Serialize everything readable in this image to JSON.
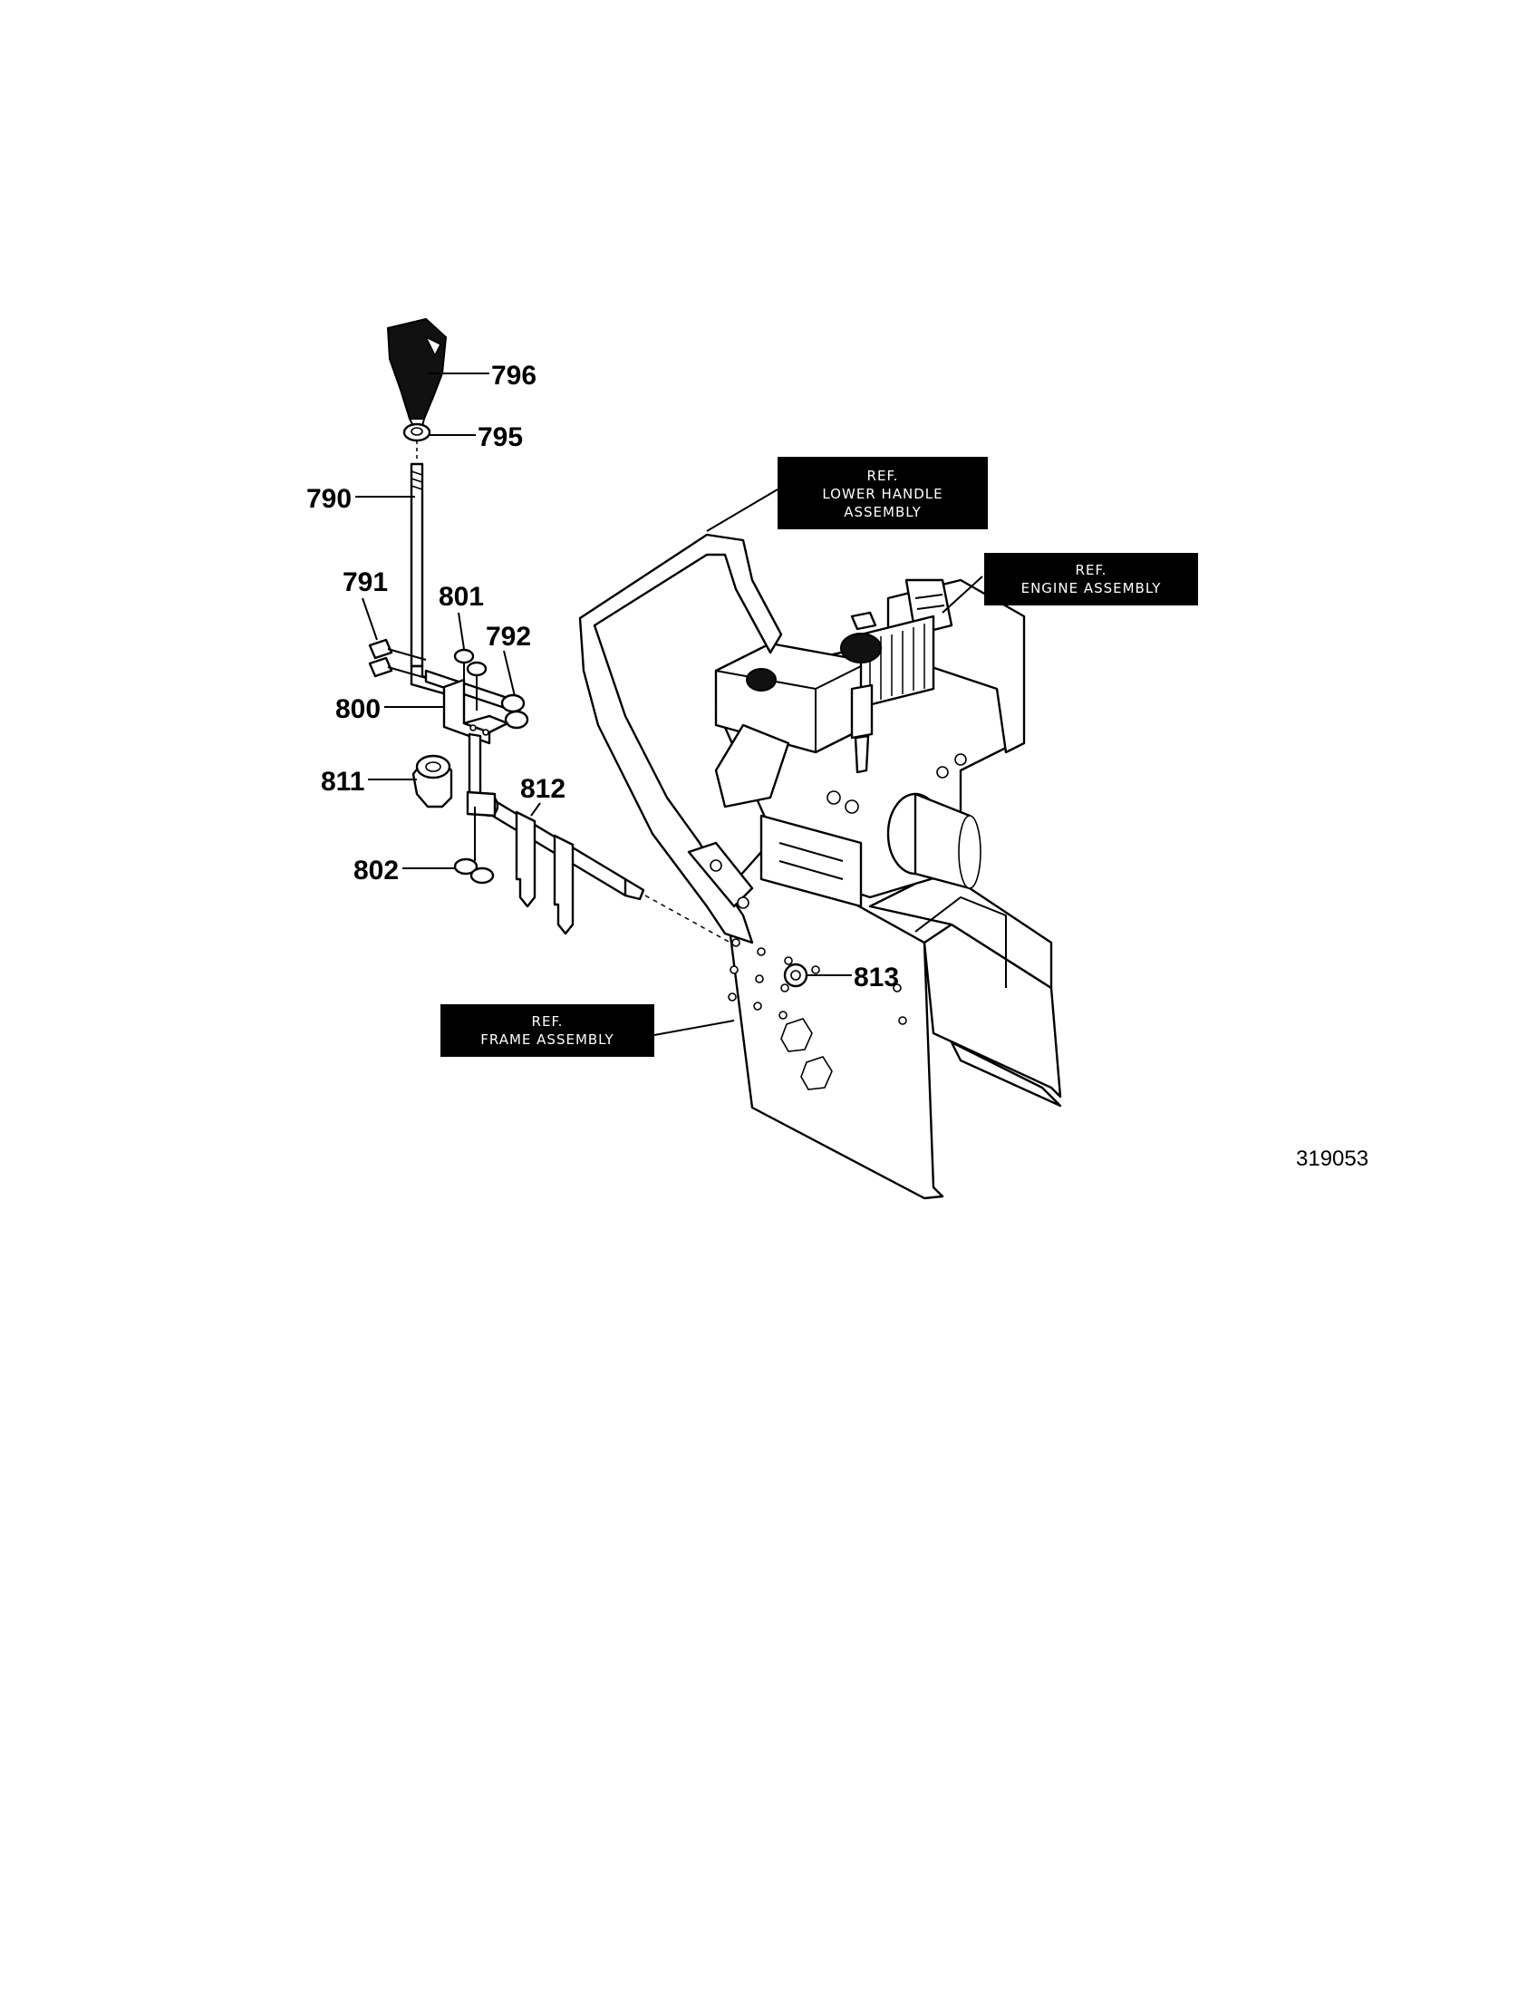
{
  "callouts": [
    {
      "id": "796",
      "label": "796"
    },
    {
      "id": "795",
      "label": "795"
    },
    {
      "id": "790",
      "label": "790"
    },
    {
      "id": "791",
      "label": "791"
    },
    {
      "id": "801",
      "label": "801"
    },
    {
      "id": "792",
      "label": "792"
    },
    {
      "id": "800",
      "label": "800"
    },
    {
      "id": "811",
      "label": "811"
    },
    {
      "id": "812",
      "label": "812"
    },
    {
      "id": "802",
      "label": "802"
    },
    {
      "id": "813",
      "label": "813"
    }
  ],
  "ref_boxes": {
    "lower_handle": {
      "line1": "REF.",
      "line2": "LOWER HANDLE",
      "line3": "ASSEMBLY"
    },
    "engine": {
      "line1": "REF.",
      "line2": "ENGINE ASSEMBLY"
    },
    "frame": {
      "line1": "REF.",
      "line2": "FRAME ASSEMBLY"
    }
  },
  "drawing_number": "319053",
  "colors": {
    "ink": "#000000",
    "paper": "#ffffff"
  }
}
